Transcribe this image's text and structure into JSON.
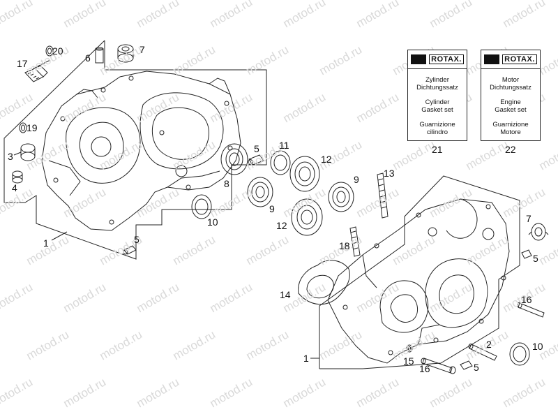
{
  "watermark": "motod.ru",
  "kits": [
    {
      "logo": "ROTAX.",
      "lines": [
        [
          "Zylinder",
          "Dichtungssatz"
        ],
        [
          "Cylinder",
          "Gasket set"
        ],
        [
          "Guarnizione",
          "cilindro"
        ]
      ],
      "number": "21"
    },
    {
      "logo": "ROTAX.",
      "lines": [
        [
          "Motor",
          "Dichtungssatz"
        ],
        [
          "Engine",
          "Gasket set"
        ],
        [
          "Guarnizione",
          "Motore"
        ]
      ],
      "number": "22"
    }
  ],
  "callouts": {
    "n20": "20",
    "n17": "17",
    "n6": "6",
    "n7a": "7",
    "n19": "19",
    "n3": "3",
    "n4": "4",
    "n1a": "1",
    "n5a": "5",
    "n5b": "5",
    "n8": "8",
    "n10a": "10",
    "n11": "11",
    "n12a": "12",
    "n9a": "9",
    "n9b": "9",
    "n12b": "12",
    "n13": "13",
    "n18": "18",
    "n14": "14",
    "n7b": "7",
    "n5c": "5",
    "n16a": "16",
    "n2": "2",
    "n10b": "10",
    "n1b": "1",
    "n15": "15",
    "n16b": "16",
    "n5d": "5"
  }
}
